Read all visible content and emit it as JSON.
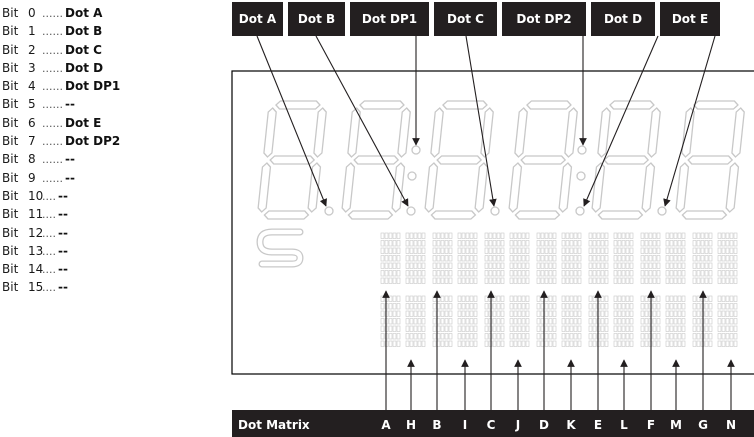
{
  "bit_map": {
    "rows": [
      {
        "label": "Bit",
        "num": "0",
        "dots": "......",
        "name": "Dot  A"
      },
      {
        "label": "Bit",
        "num": "1",
        "dots": "......",
        "name": "Dot  B"
      },
      {
        "label": "Bit",
        "num": "2",
        "dots": "......",
        "name": "Dot  C"
      },
      {
        "label": "Bit",
        "num": "3",
        "dots": "......",
        "name": "Dot  D"
      },
      {
        "label": "Bit",
        "num": "4",
        "dots": "......",
        "name": "Dot  DP1"
      },
      {
        "label": "Bit",
        "num": "5",
        "dots": "......",
        "name": "--"
      },
      {
        "label": "Bit",
        "num": "6",
        "dots": "......",
        "name": "Dot  E"
      },
      {
        "label": "Bit",
        "num": "7",
        "dots": "......",
        "name": "Dot  DP2"
      },
      {
        "label": "Bit",
        "num": "8",
        "dots": "......",
        "name": "--"
      },
      {
        "label": "Bit",
        "num": "9",
        "dots": "......",
        "name": "--"
      },
      {
        "label": "Bit",
        "num": "10",
        "dots": "....",
        "name": "--"
      },
      {
        "label": "Bit",
        "num": "11",
        "dots": "....",
        "name": "--"
      },
      {
        "label": "Bit",
        "num": "12",
        "dots": "....",
        "name": "--"
      },
      {
        "label": "Bit",
        "num": "13",
        "dots": "....",
        "name": "--"
      },
      {
        "label": "Bit",
        "num": "14",
        "dots": "....",
        "name": "--"
      },
      {
        "label": "Bit",
        "num": "15",
        "dots": "....",
        "name": "--"
      }
    ]
  },
  "top_labels": [
    "Dot A",
    "Dot B",
    "Dot DP1",
    "Dot C",
    "Dot DP2",
    "Dot D",
    "Dot E"
  ],
  "bottom_bar": {
    "title": "Dot  Matrix",
    "letters": [
      "A",
      "H",
      "B",
      "I",
      "C",
      "J",
      "D",
      "K",
      "E",
      "L",
      "F",
      "M",
      "G",
      "N"
    ]
  },
  "colors": {
    "bar": "#231f20",
    "segment": "#c8c8c8",
    "arrow": "#231f20",
    "panel": "#000000"
  }
}
